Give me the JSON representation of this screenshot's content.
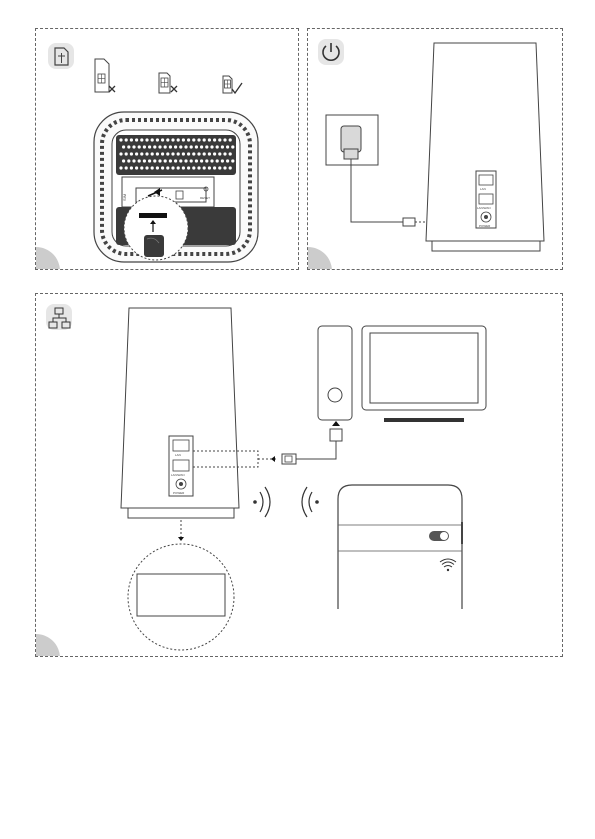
{
  "panels": {
    "sim": {
      "icon": "sim-card-icon",
      "sim_options": [
        {
          "icon": "standard-sim-icon",
          "status": "wrong"
        },
        {
          "icon": "micro-sim-icon",
          "status": "wrong"
        },
        {
          "icon": "nano-sim-icon",
          "status": "correct"
        }
      ],
      "reset_label": "RESET"
    },
    "power": {
      "icon": "power-icon",
      "port_labels": [
        "LAN",
        "LAN/WAN",
        "POWER"
      ]
    },
    "network": {
      "icon": "network-icon",
      "port_labels": [
        "LAN",
        "LAN/WAN",
        "POWER"
      ],
      "wifi_toggle": "on"
    }
  },
  "colors": {
    "line": "#555555",
    "light_fill": "#f2f2f2",
    "mid_fill": "#d9d9d9",
    "dark_fill": "#3a3a3a",
    "corner_fill": "#cccccc",
    "icon_badge": "#e6e6e6"
  }
}
